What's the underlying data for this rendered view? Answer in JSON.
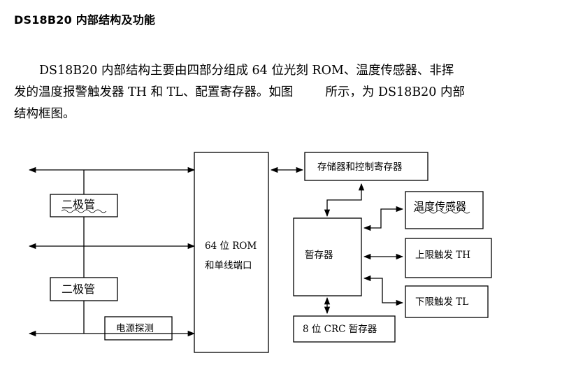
{
  "heading": "DS18B20 内部结构及功能",
  "paragraph": {
    "line1": "DS18B20 内部结构主要由四部分组成 64 位光刻 ROM、温度传感器、非挥",
    "line2a": "发的温度报警触发器 TH 和 TL、配置寄存器。如图",
    "line2b": "所示，为 DS18B20 内部",
    "line3": "结构框图。"
  },
  "diagram": {
    "diode1": "二极管",
    "diode2": "二极管",
    "power_detect": "电源探测",
    "rom_line1": "64 位 ROM",
    "rom_line2": "和单线端口",
    "memory_control": "存储器和控制寄存器",
    "scratchpad": "暂存器",
    "temp_sensor": "温度传感器",
    "high_trigger": "上限触发 TH",
    "low_trigger": "下限触发 TL",
    "crc": "8 位 CRC 暂存器"
  }
}
